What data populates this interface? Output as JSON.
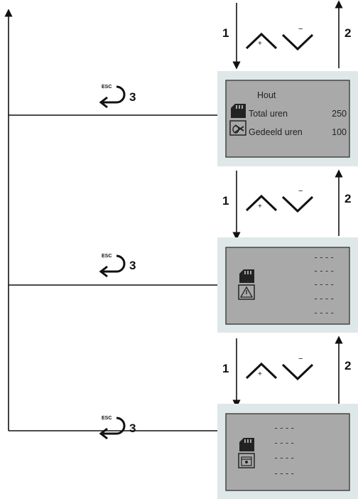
{
  "step_labels": {
    "down": "1",
    "up": "2",
    "esc_number": "3",
    "esc_icon_text": "ESC",
    "plus_sign": "+",
    "minus_sign": "−"
  },
  "screens": [
    {
      "title": "Hout",
      "rows": [
        {
          "label": "Total uren",
          "value": "250"
        },
        {
          "label": "Gedeeld uren",
          "value": "100"
        }
      ],
      "icon": "sd-card-wood-icon"
    },
    {
      "dashes": [
        "----",
        "----",
        "----",
        "----",
        "----"
      ],
      "icon": "sd-card-warning-icon"
    },
    {
      "dashes": [
        "----",
        "----",
        "----",
        "----"
      ],
      "icon": "sd-card-calendar-icon"
    }
  ],
  "colors": {
    "panel_bg": "#dfe8e8",
    "screen_bg": "#a9a9a9",
    "line": "#111111"
  }
}
